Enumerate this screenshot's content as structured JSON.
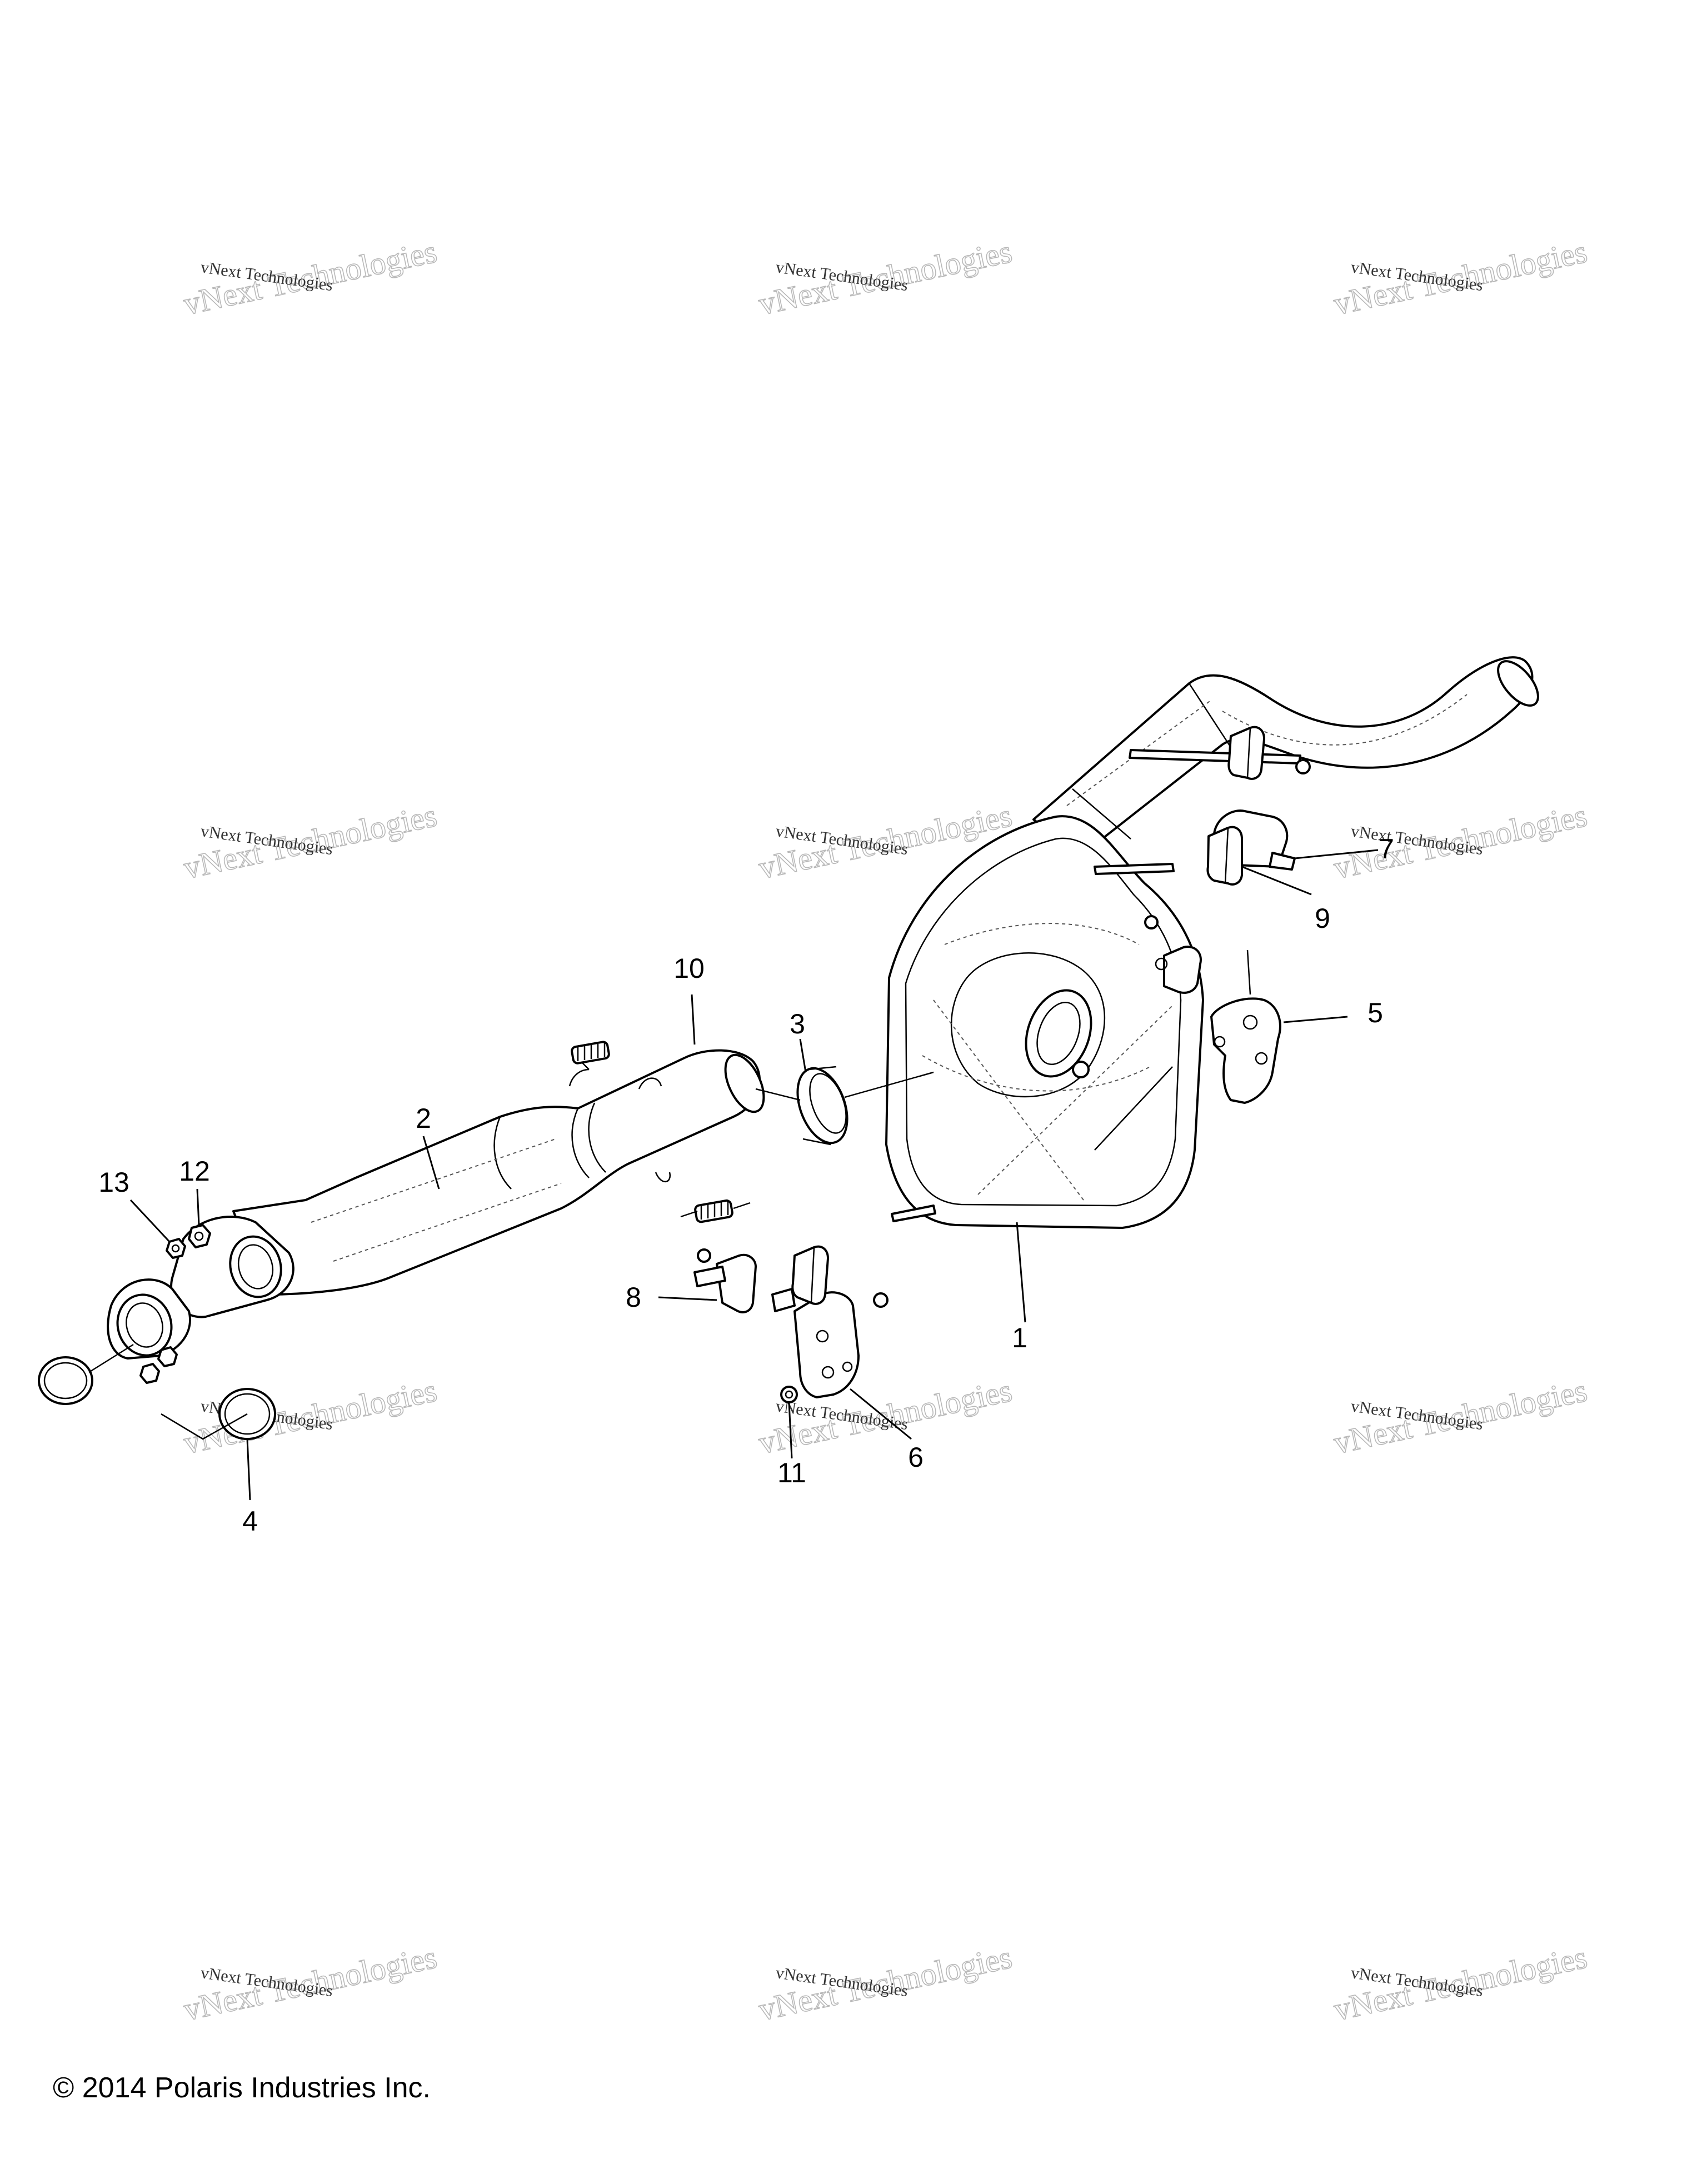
{
  "callouts": [
    {
      "id": "1",
      "label": "1"
    },
    {
      "id": "2",
      "label": "2"
    },
    {
      "id": "3",
      "label": "3"
    },
    {
      "id": "4",
      "label": "4"
    },
    {
      "id": "5",
      "label": "5"
    },
    {
      "id": "6",
      "label": "6"
    },
    {
      "id": "7",
      "label": "7"
    },
    {
      "id": "8",
      "label": "8"
    },
    {
      "id": "9",
      "label": "9"
    },
    {
      "id": "10",
      "label": "10"
    },
    {
      "id": "11",
      "label": "11"
    },
    {
      "id": "12",
      "label": "12"
    },
    {
      "id": "13",
      "label": "13"
    }
  ],
  "watermark": {
    "small_text": "vNext Technologies",
    "large_text": "vNext Technologies"
  },
  "copyright": "© 2014 Polaris Industries Inc."
}
